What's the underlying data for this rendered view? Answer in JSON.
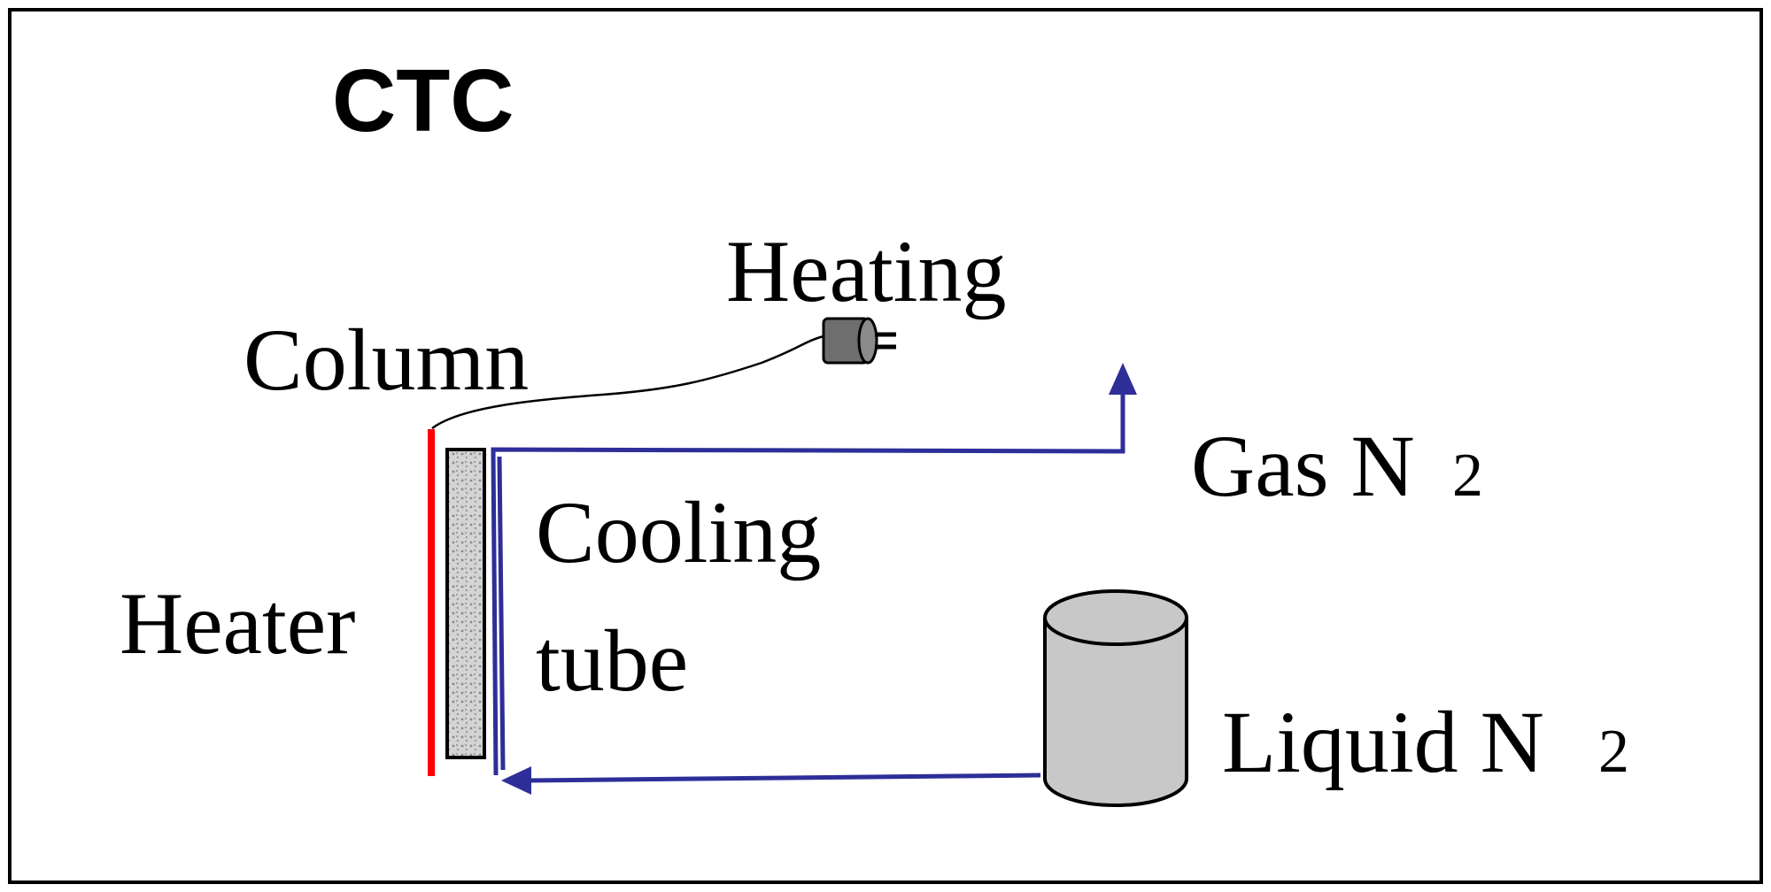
{
  "title": "CTC",
  "labels": {
    "heating": "Heating",
    "column": "Column",
    "gas_n2_main": "Gas N",
    "gas_n2_sub": "2",
    "cooling_line1": "Cooling",
    "cooling_line2": "tube",
    "heater": "Heater",
    "liquid_n2_main": "Liquid N",
    "liquid_n2_sub": "2"
  },
  "colors": {
    "border": "#000000",
    "heater_strip": "#ff0000",
    "cooling_tube": "#2e2e99",
    "column_fill": "#cfcfcf",
    "heating_plug": "#6e6e6e",
    "tank_fill": "#c8c8c8",
    "text": "#000000"
  },
  "icons": {
    "heating_plug": "plug-icon",
    "tank": "cylinder-tank-icon",
    "flow_arrow": "arrow-icon"
  }
}
